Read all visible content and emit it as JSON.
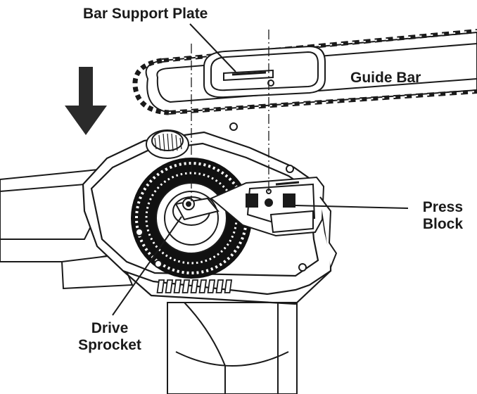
{
  "callouts": {
    "bar_support_plate": "Bar Support Plate",
    "guide_bar": "Guide Bar",
    "press_block": [
      "Press",
      "Block"
    ],
    "drive_sprocket": [
      "Drive",
      "Sprocket"
    ]
  },
  "colors": {
    "line": "#1a1a1a",
    "fill": "#ffffff",
    "arrow": "#2a2a2a",
    "sprocket_teeth": "#111111"
  }
}
